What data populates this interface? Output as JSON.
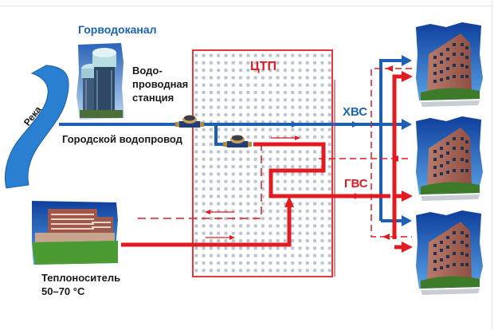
{
  "diagram": {
    "title": "Схема ЦТП",
    "colors": {
      "cold_water": "#1c5fb4",
      "hot_water": "#e01b22",
      "river": "#2a7fd0",
      "dot_grid": "#b9c4cf",
      "text_dark": "#1a1a1a",
      "label_blue": "#1a63b5",
      "label_red": "#e01b22"
    },
    "labels": {
      "utility": "Горводоканал",
      "water_station": "Водо-\nпроводная\nстанция",
      "river": "Река",
      "city_main": "Городской водопровод",
      "substation": "ЦТП",
      "cold_water": "ХВС",
      "hot_water": "ГВС",
      "heat_carrier": "Теплоноситель\n50–70 °С"
    },
    "nodes": [
      {
        "id": "river",
        "label": "Река",
        "icon": "river-icon"
      },
      {
        "id": "water-tower",
        "label": "Водопроводная станция",
        "icon": "water-tower-icon"
      },
      {
        "id": "water-meter-1",
        "icon": "water-meter-icon"
      },
      {
        "id": "water-meter-2",
        "icon": "water-meter-icon"
      },
      {
        "id": "ctp",
        "label": "ЦТП",
        "icon": "substation-box"
      },
      {
        "id": "heat-plant",
        "label": "Теплоноситель 50–70 °С",
        "icon": "heat-plant-icon"
      },
      {
        "id": "building-1",
        "icon": "building-icon"
      },
      {
        "id": "building-2",
        "icon": "building-icon"
      },
      {
        "id": "building-3",
        "icon": "building-icon"
      }
    ],
    "edges": [
      {
        "from": "water-tower",
        "to": "ctp",
        "type": "cold",
        "label": "Городской водопровод"
      },
      {
        "from": "ctp",
        "to": "building-1",
        "type": "cold",
        "label": "ХВС"
      },
      {
        "from": "ctp",
        "to": "building-2",
        "type": "cold",
        "label": "ХВС"
      },
      {
        "from": "ctp",
        "to": "building-3",
        "type": "cold",
        "label": "ХВС"
      },
      {
        "from": "ctp",
        "to": "building-1",
        "type": "hot",
        "label": "ГВС"
      },
      {
        "from": "ctp",
        "to": "building-2",
        "type": "hot",
        "label": "ГВС"
      },
      {
        "from": "ctp",
        "to": "building-3",
        "type": "hot",
        "label": "ГВС"
      },
      {
        "from": "building-1",
        "to": "ctp",
        "type": "hot-return"
      },
      {
        "from": "building-2",
        "to": "ctp",
        "type": "hot-return"
      },
      {
        "from": "building-3",
        "to": "ctp",
        "type": "hot-return"
      },
      {
        "from": "heat-plant",
        "to": "ctp",
        "type": "heat-supply"
      },
      {
        "from": "ctp",
        "to": "heat-plant",
        "type": "heat-return"
      }
    ]
  }
}
